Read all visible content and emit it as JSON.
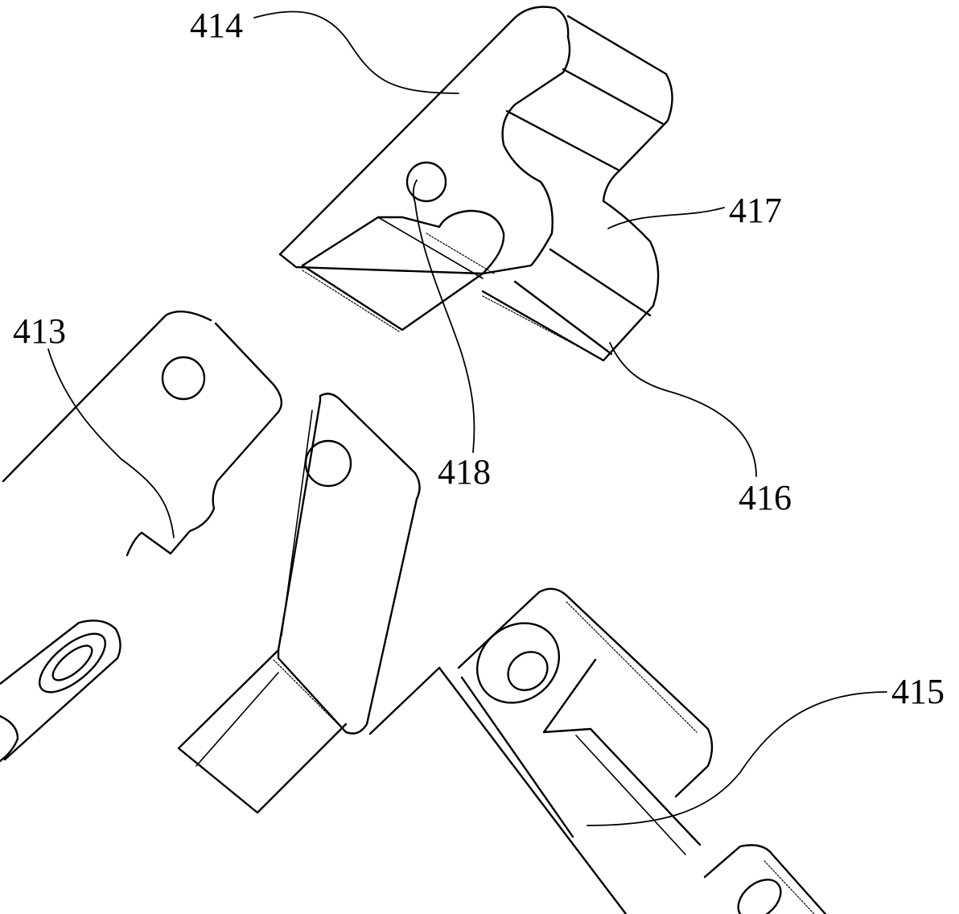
{
  "labels": {
    "part_414": "414",
    "part_413": "413",
    "part_417": "417",
    "part_418": "418",
    "part_416": "416",
    "part_415": "415"
  },
  "style": {
    "line_color": "#000000",
    "background": "#ffffff"
  }
}
